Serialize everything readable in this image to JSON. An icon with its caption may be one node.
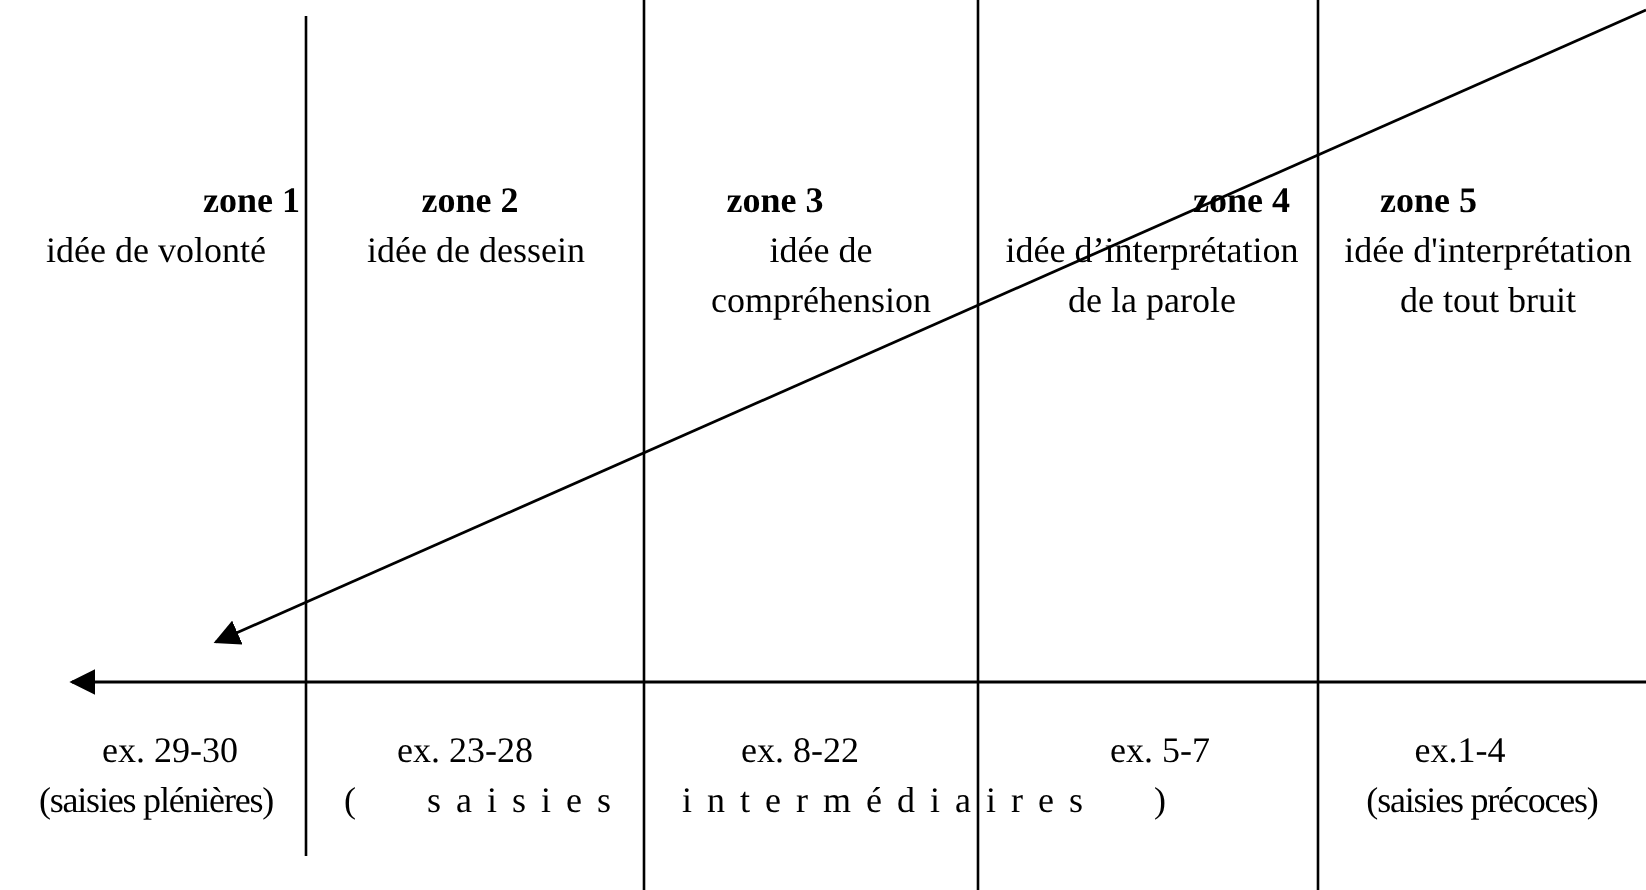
{
  "diagram": {
    "labels": [
      "zone 1",
      "idée de volonté",
      "zone 2",
      "idée de dessein",
      "zone 3",
      "idée de compréhension",
      "zone 4",
      "idée d’interprétation de la parole",
      "zone 5",
      "idée d'interprétation de tout bruit",
      "ex. 29-30",
      "ex. 23-28",
      "ex. 8-22",
      "ex. 5-7",
      "ex.1-4",
      "(saisies plénières)",
      "( saisies intermédiaires )",
      "(saisies précoces)"
    ]
  }
}
